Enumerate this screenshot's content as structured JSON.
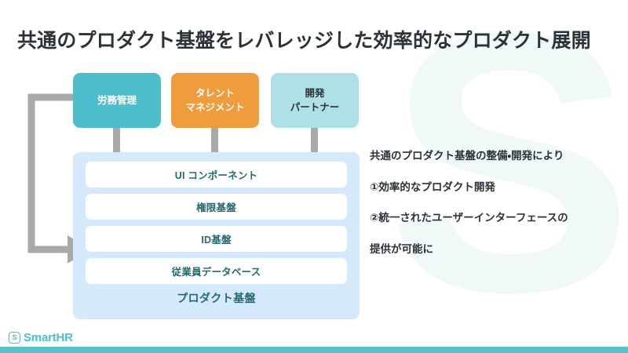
{
  "slide": {
    "title": "共通のプロダクト基盤をレバレッジした効率的なプロダクト展開",
    "background_color": "#ffffff",
    "watermark_letter": "S",
    "watermark_color": "#f1f8f8"
  },
  "products": [
    {
      "label": "労務管理",
      "bg": "#4dbecb",
      "text_color": "#ffffff"
    },
    {
      "label": "タレント\nマネジメント",
      "bg": "#ef9c3c",
      "text_color": "#ffffff"
    },
    {
      "label": "開発\nパートナー",
      "bg": "#aee0e5",
      "text_color": "#2b3338"
    }
  ],
  "platform": {
    "background_color": "#d4e9fb",
    "label": "プロダクト基盤",
    "label_color": "#24696f",
    "layers": [
      {
        "label": "UI コンポーネント"
      },
      {
        "label": "権限基盤"
      },
      {
        "label": "ID基盤"
      },
      {
        "label": "従業員データベース"
      }
    ]
  },
  "connector": {
    "color": "#a9a9a9",
    "description": "feedback-loop-arrow"
  },
  "notes": {
    "lines": [
      "共通のプロダクト基盤の整備・開発により",
      "①効率的なプロダクト開発",
      "②統一されたユーザーインターフェースの",
      "提供が可能に"
    ]
  },
  "footer": {
    "logo_mark": "S",
    "logo_text": "SmartHR",
    "brand_color": "#4dbecb",
    "bar_color": "#57c0ca"
  }
}
